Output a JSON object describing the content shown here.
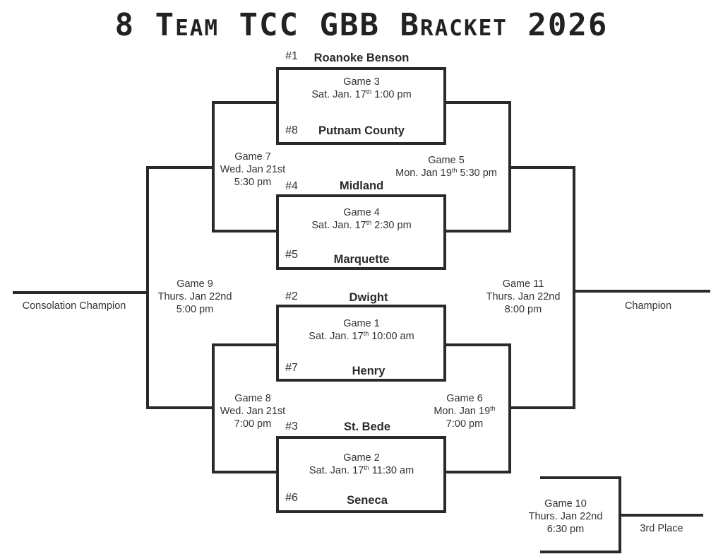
{
  "title": "8 Team TCC GBB Bracket 2026",
  "teams": {
    "t1": {
      "seed": "#1",
      "name": "Roanoke Benson"
    },
    "t8": {
      "seed": "#8",
      "name": "Putnam County"
    },
    "t4": {
      "seed": "#4",
      "name": "Midland"
    },
    "t5": {
      "seed": "#5",
      "name": "Marquette"
    },
    "t2": {
      "seed": "#2",
      "name": "Dwight"
    },
    "t7": {
      "seed": "#7",
      "name": "Henry"
    },
    "t3": {
      "seed": "#3",
      "name": "St. Bede"
    },
    "t6": {
      "seed": "#6",
      "name": "Seneca"
    }
  },
  "games": {
    "g3": {
      "label": "Game 3",
      "date": "Sat. Jan. 17",
      "sup": "th",
      "time": " 1:00 pm"
    },
    "g4": {
      "label": "Game 4",
      "date": "Sat. Jan. 17",
      "sup": "th",
      "time": " 2:30 pm"
    },
    "g1": {
      "label": "Game 1",
      "date": "Sat. Jan. 17",
      "sup": "th",
      "time": " 10:00 am"
    },
    "g2": {
      "label": "Game 2",
      "date": "Sat. Jan. 17",
      "sup": "th",
      "time": " 11:30 am"
    },
    "g7": {
      "label": "Game 7",
      "date": "Wed. Jan 21st",
      "time": "5:30 pm"
    },
    "g8": {
      "label": "Game 8",
      "date": "Wed. Jan 21st",
      "time": "7:00 pm"
    },
    "g5": {
      "label": "Game 5",
      "date": "Mon. Jan 19",
      "sup": "th",
      "time": " 5:30 pm"
    },
    "g6": {
      "label": "Game 6",
      "date": "Mon. Jan 19",
      "sup": "th",
      "time": "7:00 pm"
    },
    "g9": {
      "label": "Game 9",
      "date": "Thurs. Jan 22nd",
      "time": "5:00 pm"
    },
    "g11": {
      "label": "Game 11",
      "date": "Thurs. Jan 22nd",
      "time": "8:00 pm"
    },
    "g10": {
      "label": "Game 10",
      "date": "Thurs. Jan 22nd",
      "time": "6:30 pm"
    }
  },
  "results": {
    "consolation": "Consolation Champion",
    "champion": "Champion",
    "third": "3rd Place"
  }
}
